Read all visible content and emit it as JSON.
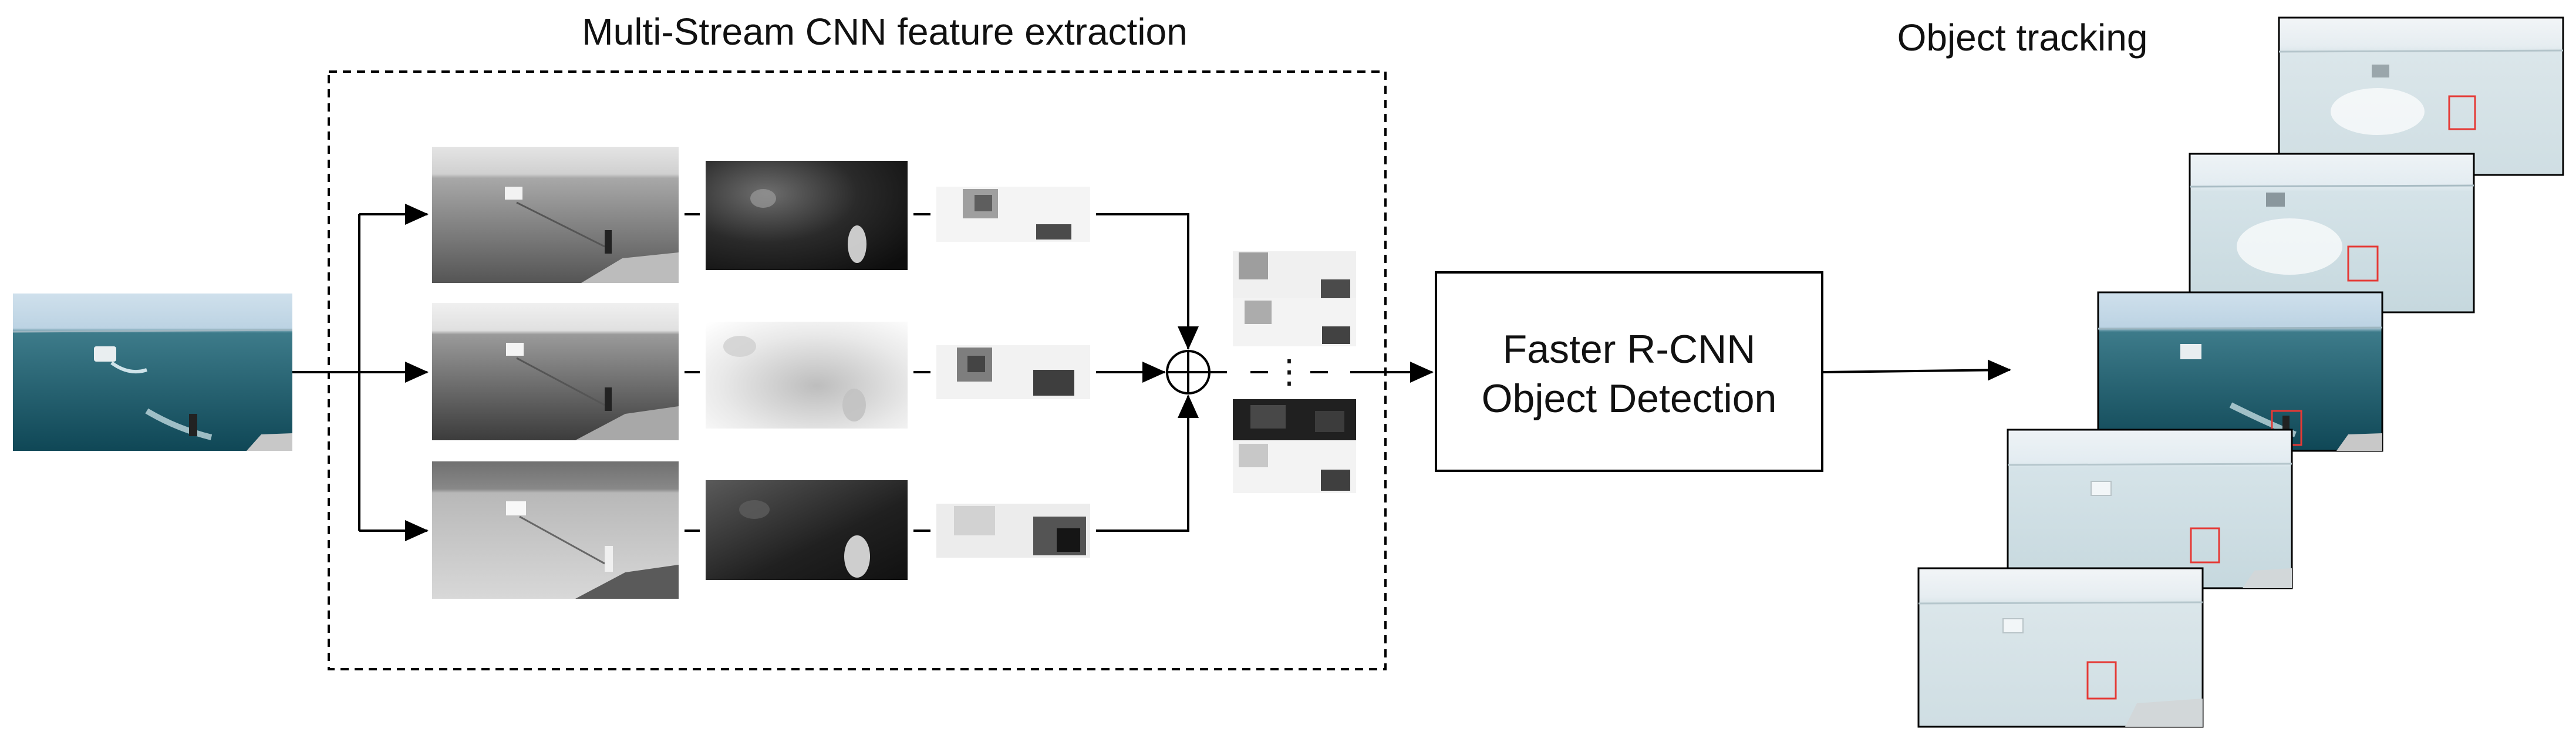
{
  "titles": {
    "feature_extraction": "Multi-Stream CNN feature extraction",
    "object_tracking": "Object tracking"
  },
  "detector": {
    "line1": "Faster R-CNN",
    "line2": "Object Detection"
  },
  "ellipsis": "⋮",
  "colors": {
    "sky": "#c9dce9",
    "sea": "#1e5d6d",
    "gray_light": "#bcbcbc",
    "gray_dark": "#2a2a2a",
    "box_red": "#e53935"
  }
}
